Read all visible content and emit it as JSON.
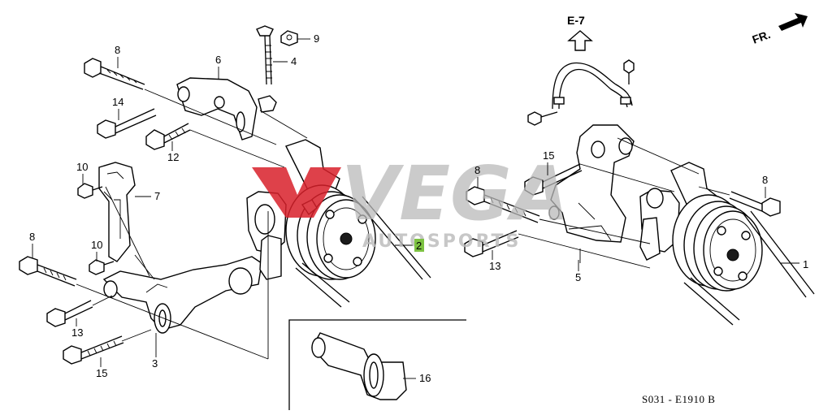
{
  "direction_label": "FR.",
  "reference_label": "E-7",
  "diagram_code": "S031 - E1910 B",
  "watermark": {
    "main": "VEGA",
    "sub": "AUTOSPORTS",
    "accent_color": "#d8202a"
  },
  "callouts": {
    "c1": "1",
    "c2": "2",
    "c3": "3",
    "c4": "4",
    "c5": "5",
    "c6": "6",
    "c7": "7",
    "c8a": "8",
    "c8b": "8",
    "c8c": "8",
    "c8d": "8",
    "c9": "9",
    "c10a": "10",
    "c10b": "10",
    "c12": "12",
    "c13a": "13",
    "c13b": "13",
    "c14": "14",
    "c15a": "15",
    "c15b": "15",
    "c16": "16"
  },
  "highlight_color": "#7dc242"
}
